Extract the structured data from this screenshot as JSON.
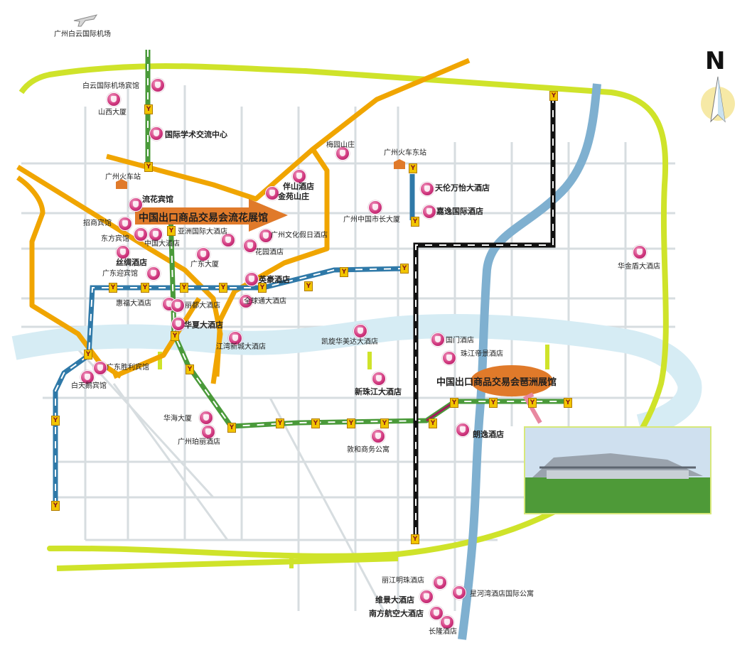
{
  "map": {
    "compass_label": "N",
    "colors": {
      "ring_road": "#cfe32a",
      "expressway": "#f0a500",
      "river": "#7fb0d0",
      "metro_blue": "#2f79a8",
      "metro_green": "#4a9a3a",
      "metro_black": "#111111",
      "street": "#d7dde0",
      "callout_orange": "#e07a2a",
      "hotel_pin": "#d23a80"
    },
    "callouts": {
      "liuhua": "中国出口商品交易会流花展馆",
      "pazhou": "中国出口商品交易会琶洲展馆"
    },
    "places": [
      {
        "id": "airport",
        "label": "广州白云国际机场"
      },
      {
        "id": "baiyun-airport-hotel",
        "label": "白云国际机场宾馆"
      },
      {
        "id": "shanxi",
        "label": "山西大厦"
      },
      {
        "id": "intl-academic",
        "label": "国际学术交流中心"
      },
      {
        "id": "meiyuan",
        "label": "梅园山庄"
      },
      {
        "id": "gz-east-station",
        "label": "广州火车东站"
      },
      {
        "id": "gz-station",
        "label": "广州火车站"
      },
      {
        "id": "banshan",
        "label": "伴山酒店"
      },
      {
        "id": "jinyuan",
        "label": "金苑山庄"
      },
      {
        "id": "tianlun",
        "label": "天伦万怡大酒店"
      },
      {
        "id": "liuhua-hotel",
        "label": "流花宾馆"
      },
      {
        "id": "jiayi",
        "label": "嘉逸国际酒店"
      },
      {
        "id": "zhaoshang",
        "label": "招商宾馆"
      },
      {
        "id": "mayor",
        "label": "广州中国市长大厦"
      },
      {
        "id": "dongfang",
        "label": "东方宾馆"
      },
      {
        "id": "asia-intl",
        "label": "亚洲国际大酒店"
      },
      {
        "id": "culture-holiday",
        "label": "广州文化假日酒店"
      },
      {
        "id": "china-hotel",
        "label": "中国大酒店"
      },
      {
        "id": "huayuan",
        "label": "花园酒店"
      },
      {
        "id": "silk",
        "label": "丝绸酒店"
      },
      {
        "id": "gd-mansion",
        "label": "广东大厦"
      },
      {
        "id": "huajin",
        "label": "华金盾大酒店"
      },
      {
        "id": "gd-welcome",
        "label": "广东迎宾馆"
      },
      {
        "id": "yinghao",
        "label": "英豪酒店"
      },
      {
        "id": "huifu",
        "label": "惠福大酒店"
      },
      {
        "id": "lidu",
        "label": "丽都大酒店"
      },
      {
        "id": "global",
        "label": "全球通大酒店"
      },
      {
        "id": "huaxia",
        "label": "华夏大酒店"
      },
      {
        "id": "kaixuan",
        "label": "凯旋华美达大酒店"
      },
      {
        "id": "guomen",
        "label": "国门酒店"
      },
      {
        "id": "jiangwan",
        "label": "江湾新城大酒店"
      },
      {
        "id": "zhujiang-dijing",
        "label": "珠江帝景酒店"
      },
      {
        "id": "gd-victory",
        "label": "广东胜利宾馆"
      },
      {
        "id": "white-swan",
        "label": "白天鹅宾馆"
      },
      {
        "id": "new-pearl",
        "label": "新珠江大酒店"
      },
      {
        "id": "huahai",
        "label": "华海大厦"
      },
      {
        "id": "langyi",
        "label": "朗逸酒店"
      },
      {
        "id": "gz-pearl",
        "label": "广州珀丽酒店"
      },
      {
        "id": "dunhe",
        "label": "敦和商务公寓"
      },
      {
        "id": "lijiang",
        "label": "丽江明珠酒店"
      },
      {
        "id": "xinghe",
        "label": "星河湾酒店国际公寓"
      },
      {
        "id": "weijing",
        "label": "维景大酒店"
      },
      {
        "id": "southern-airlines",
        "label": "南方航空大酒店"
      },
      {
        "id": "changlong",
        "label": "长隆酒店"
      }
    ]
  }
}
